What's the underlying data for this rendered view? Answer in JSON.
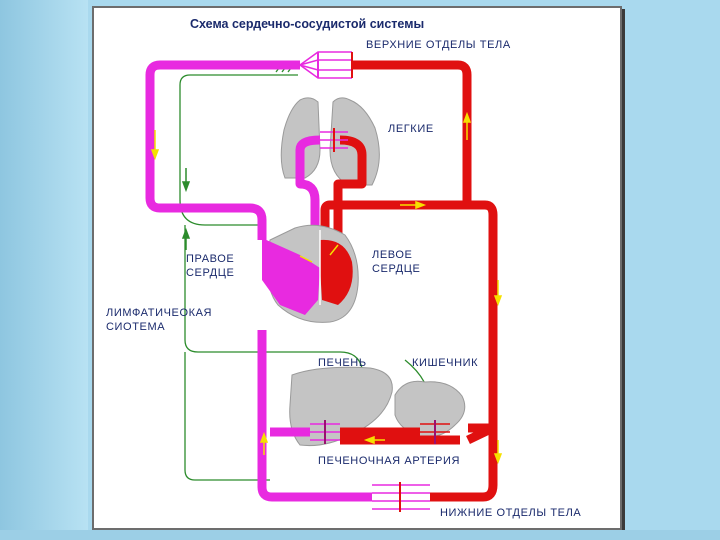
{
  "diagram": {
    "title": "Схема сердечно-сосудистой системы",
    "labels": {
      "upper_body": "ВЕРХНИЕ ОТДЕЛЫ ТЕЛА",
      "lungs": "ЛЕГКИЕ",
      "right_heart_1": "ПРАВОЕ",
      "right_heart_2": "СЕРДЦЕ",
      "left_heart_1": "ЛЕВОЕ",
      "left_heart_2": "СЕРДЦЕ",
      "lymph_1": "ЛИМФАТИЧЕОКАЯ",
      "lymph_2": "СИОТЕМА",
      "liver": "ПЕЧЕНЬ",
      "intestine": "КИШЕЧНИК",
      "hepatic_artery": "ПЕЧЕНОЧНАЯ АРТЕРИЯ",
      "lower_body": "НИЖНИЕ ОТДЕЛЫ ТЕЛА"
    },
    "colors": {
      "venous": "#e82ae0",
      "arterial": "#e01010",
      "lymph": "#2c8c2c",
      "organ": "#c4c4c4",
      "arrow": "#f6e000",
      "text": "#1a2a6c"
    }
  }
}
